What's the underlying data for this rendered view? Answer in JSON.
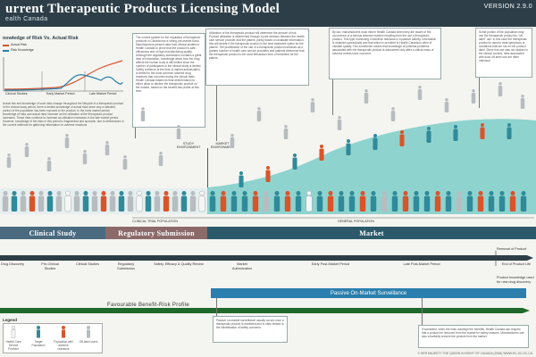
{
  "header": {
    "title": "urrent Therapeutic Products Licensing Model",
    "subtitle": "ealth Canada",
    "version": "VERSION 2.9.0"
  },
  "knowledge": {
    "heading": "nowledge of Risk Vs. Actual Risk",
    "legend": [
      "Actual Risk",
      "Risk Knowledge"
    ],
    "axis": [
      "Clinical Studies",
      "Early Market Period",
      "Late Market Period"
    ],
    "body": "Actual risk and knowledge of such risks change throughout the lifecycle of a therapeutic product. In the clinical study period, there is limited knowledge of actual risks since only a selected portion of the population has been exposed to the product. In the early market period, knowledge of risks and actual risks increase as the utilization of the therapeutic product increases. These risks continue to increase as utilization increases in the late market period. However, knowledge of the risks in this period is fragmented and sporadic, due to deficiencies in the current methods for gathering information on adverse reactions."
  },
  "notes": [
    "The current system for the regulation of therapeutic products in Canada has a strong pre-market focus. Manufacturers present data from clinical studies to Health Canada to prove that the product is safe, efficacious and of high manufacturing quality. Although the regulatory submission contains a great deal of information, knowledge about how the drug affects the human body is still limited since the number of participants in the clinical study is limited. Safety evidence at the time of market authorization is limited to the most common adverse drug reactions that occurred during the clinical trials. Health Canada makes its final determination to either allow or decline the therapeutic product on the market, based on the benefit-risk profile at this time.",
    "Utilization of the therapeutic product will determine the amount of risk. Product utilization is determined through a joint decision between the health care service provider and the patient, jointly based on available information; this will decide if the therapeutic product is the best treatment option for the patient. The proliferation of the use of a therapeutic product increases as a greater number of health care service providers and patients determine that the therapeutic product is the most efficacious form of treatment for the patient.",
    "By law, manufacturers must inform Health Canada when they are aware of the occurrence of a serious adverse reaction resulting from the use a therapeutic product. This type monitoring of adverse reactions is a passive activity. Information is obtained sporadically and that which is provided to Health Canada is often of variable quality. This sometimes means that knowledge of potential problems associated with the therapeutic product is discovered only after a critical mass of adverse events have occurred.",
    "Some portion of the population may use the therapeutic product for \"off-label\" use. In this case the therapeutic product is used to treat symptoms or conditions that are not on the product label. Since this use was not studied in the clinical context, risks associated with such off-label use are often unknown."
  ],
  "environments": {
    "study": "Study Environment",
    "market": "Market Environment",
    "clinical_population": "Clinical Trial Population",
    "general_population": "General Population"
  },
  "phases": [
    {
      "label": "Clinical Study",
      "color": "#4a6a80"
    },
    {
      "label": "Regulatory Submission",
      "color": "#8c6a6a"
    },
    {
      "label": "Market",
      "color": "#2c5a6a"
    }
  ],
  "steps": [
    "Drug Discovery",
    "Pre-Clinical Studies",
    "Clinical Studies",
    "Regulatory Submission",
    "Safety, Efficacy & Quality Review",
    "Market Authorization",
    "Early Post-Market Period",
    "Late Post-Market Period",
    "End of Product Life"
  ],
  "end_options": [
    "Removal of Product",
    "Product knowledge used for new drug discovery"
  ],
  "surveillance": "Passive On-Market Surveillance",
  "favourable": "Favourable Benefit-Risk Profile",
  "legend_title": "Legend",
  "legend_items": [
    "Health Care Service Provider",
    "Target Population",
    "Population with adverse reactions",
    "Off-label users"
  ],
  "bottom_notes": [
    "Passive on-market surveillance usually occurs once a therapeutic product is marketed and is often limited to the identification of safety concerns.",
    "If warranted, when the risks outweigh the benefits, Health Canada can request that a product be removed from the market for safety reasons. Manufacturers can also voluntarily remove the product from the market."
  ],
  "copyright": "© Her Majesty the Queen in Right of Canada (2006) www.hc-sc.gc.ca",
  "colors": {
    "header": "#2d3e48",
    "teal": "#8fd3cf",
    "person_grey": "#b7bcc0",
    "person_teal": "#2f8a9a",
    "person_red": "#d9542b",
    "person_white": "#f6f6f6",
    "accent_green": "#9acd32",
    "surveillance": "#2a7fae"
  }
}
